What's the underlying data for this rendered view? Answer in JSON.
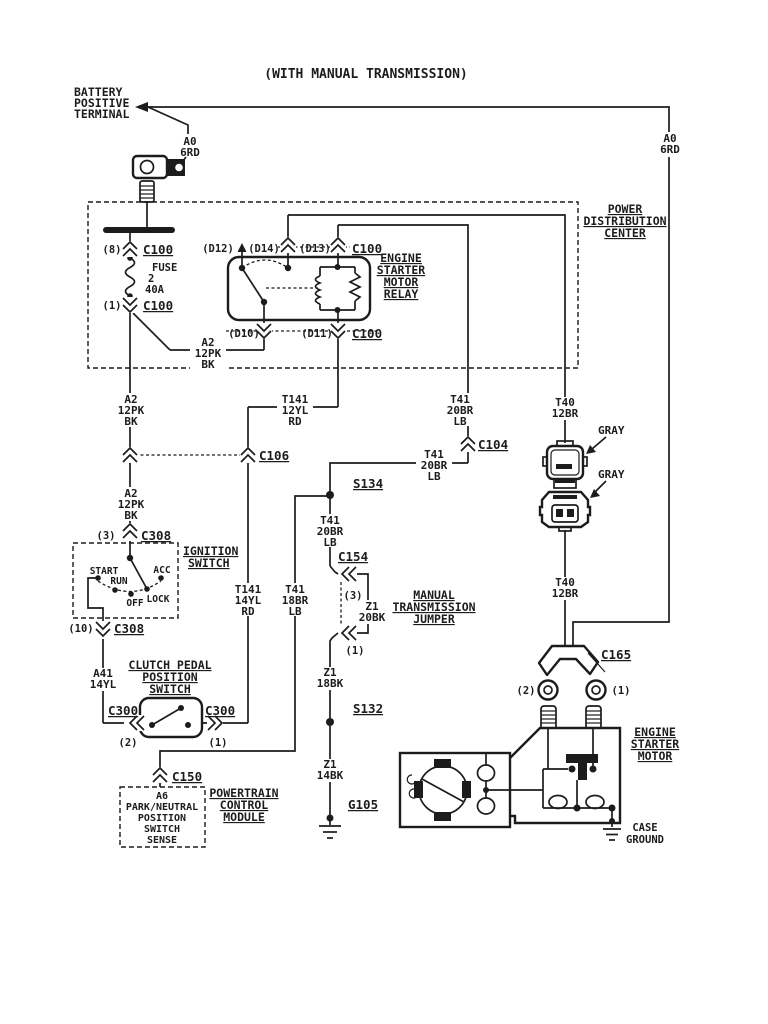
{
  "title": "(WITH MANUAL TRANSMISSION)",
  "battery_label": [
    "BATTERY",
    "POSITIVE",
    "TERMINAL"
  ],
  "components": {
    "pdc": [
      "POWER",
      "DISTRIBUTION",
      "CENTER"
    ],
    "relay": [
      "ENGINE",
      "STARTER",
      "MOTOR",
      "RELAY"
    ],
    "ignition_switch": [
      "IGNITION",
      "SWITCH"
    ],
    "clutch_switch": [
      "CLUTCH PEDAL",
      "POSITION",
      "SWITCH"
    ],
    "pcm": [
      "POWERTRAIN",
      "CONTROL",
      "MODULE"
    ],
    "mt_jumper": [
      "MANUAL",
      "TRANSMISSION",
      "JUMPER"
    ],
    "starter_motor": [
      "ENGINE",
      "STARTER",
      "MOTOR"
    ],
    "case_ground": [
      "CASE",
      "GROUND"
    ],
    "pcm_input": [
      "A6",
      "PARK/NEUTRAL",
      "POSITION",
      "SWITCH",
      "SENSE"
    ]
  },
  "connectors": {
    "c100": "C100",
    "c104": "C104",
    "c106": "C106",
    "c150": "C150",
    "c154": "C154",
    "c165": "C165",
    "c300": "C300",
    "c308": "C308"
  },
  "splices": {
    "s132": "S132",
    "s134": "S134"
  },
  "grounds": {
    "g105": "G105"
  },
  "fuse": {
    "line1": "FUSE",
    "line2": "2",
    "line3": "40A"
  },
  "ignition_positions": {
    "start": "START",
    "run": "RUN",
    "acc": "ACC",
    "off": "OFF",
    "lock": "LOCK"
  },
  "connector_color": "GRAY",
  "pins": {
    "p8": "(8)",
    "p1": "(1)",
    "p3": "(3)",
    "p10": "(10)",
    "p2": "(2)",
    "d12": "(D12)",
    "d14": "(D14)",
    "d13": "(D13)",
    "d10": "(D10)",
    "d11": "(D11)",
    "c154_3": "(3)",
    "c154_1": "(1)",
    "c165_2": "(2)",
    "c165_1": "(1)"
  },
  "wires": {
    "a0": [
      "A0",
      "6RD"
    ],
    "a2": [
      "A2",
      "12PK",
      "BK"
    ],
    "a41": [
      "A41",
      "14YL"
    ],
    "t141_12": [
      "T141",
      "12YL",
      "RD"
    ],
    "t141_14": [
      "T141",
      "14YL",
      "RD"
    ],
    "t41_20": [
      "T41",
      "20BR",
      "LB"
    ],
    "t41_18": [
      "T41",
      "18BR",
      "LB"
    ],
    "t40": [
      "T40",
      "12BR"
    ],
    "z1_20": [
      "Z1",
      "20BK"
    ],
    "z1_18": [
      "Z1",
      "18BK"
    ],
    "z1_14": [
      "Z1",
      "14BK"
    ]
  },
  "colors": {
    "ink": "#1c1c1c",
    "background": "#ffffff"
  }
}
